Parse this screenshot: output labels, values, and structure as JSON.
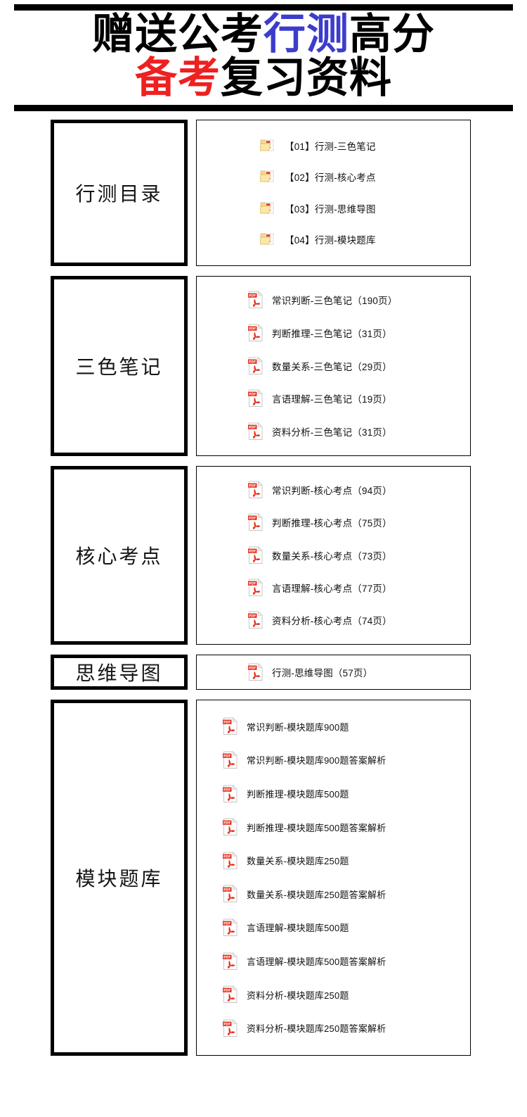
{
  "header": {
    "line1_part1": "赠送公考",
    "line1_highlight": "行测",
    "line1_part2": "高分",
    "line2_highlight": "备考",
    "line2_part2": "复习资料",
    "highlight_blue": "#3c3ccd",
    "highlight_red": "#ee2020"
  },
  "sections": [
    {
      "label": "行测目录",
      "icon": "pdf-folder-icon",
      "items": [
        {
          "text": "【01】行测-三色笔记"
        },
        {
          "text": "【02】行测-核心考点"
        },
        {
          "text": "【03】行测-思维导图"
        },
        {
          "text": "【04】行测-模块题库"
        }
      ]
    },
    {
      "label": "三色笔记",
      "icon": "pdf-file-icon",
      "items": [
        {
          "text": "常识判断-三色笔记（190页）"
        },
        {
          "text": "判断推理-三色笔记（31页）"
        },
        {
          "text": "数量关系-三色笔记（29页）"
        },
        {
          "text": "言语理解-三色笔记（19页）"
        },
        {
          "text": "资料分析-三色笔记（31页）"
        }
      ]
    },
    {
      "label": "核心考点",
      "icon": "pdf-file-icon",
      "items": [
        {
          "text": "常识判断-核心考点（94页）"
        },
        {
          "text": "判断推理-核心考点（75页）"
        },
        {
          "text": "数量关系-核心考点（73页）"
        },
        {
          "text": "言语理解-核心考点（77页）"
        },
        {
          "text": "资料分析-核心考点（74页）"
        }
      ]
    },
    {
      "label": "思维导图",
      "icon": "pdf-file-icon",
      "items": [
        {
          "text": "行测-思维导图（57页）"
        }
      ]
    },
    {
      "label": "模块题库",
      "icon": "pdf-file-icon",
      "items": [
        {
          "text": "常识判断-模块题库900题"
        },
        {
          "text": "常识判断-模块题库900题答案解析"
        },
        {
          "text": "判断推理-模块题库500题"
        },
        {
          "text": "判断推理-模块题库500题答案解析"
        },
        {
          "text": "数量关系-模块题库250题"
        },
        {
          "text": "数量关系-模块题库250题答案解析"
        },
        {
          "text": "言语理解-模块题库500题"
        },
        {
          "text": "言语理解-模块题库500题答案解析"
        },
        {
          "text": "资料分析-模块题库250题"
        },
        {
          "text": "资料分析-模块题库250题答案解析"
        }
      ]
    }
  ]
}
